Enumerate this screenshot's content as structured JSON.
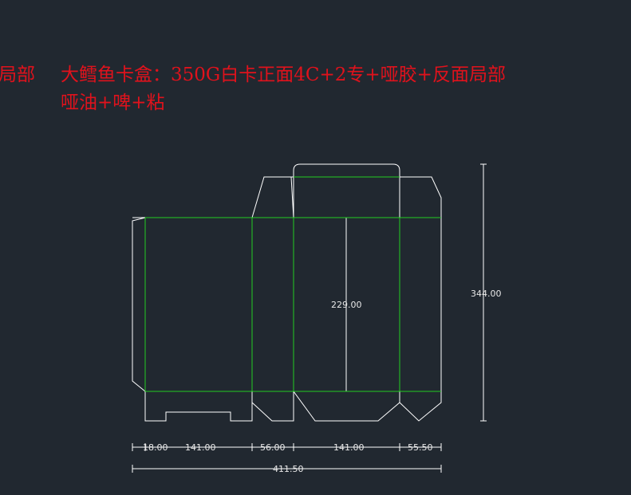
{
  "header": {
    "cut_prefix": "局部",
    "line1": "大鳕鱼卡盒：350G白卡正面4C+2专+哑胶+反面局部",
    "line2": "哑油+啤+粘"
  },
  "dimensions": {
    "height_inner": "229.00",
    "height_total": "344.00",
    "w_glue": "18.00",
    "w_panel1": "141.00",
    "w_side1": "56.00",
    "w_panel2": "141.00",
    "w_side2": "55.50",
    "w_total": "411.50"
  },
  "colors": {
    "background": "#212830",
    "cut_line": "#ffffff",
    "fold_line": "#22cc22",
    "title_text": "#e0121c"
  }
}
